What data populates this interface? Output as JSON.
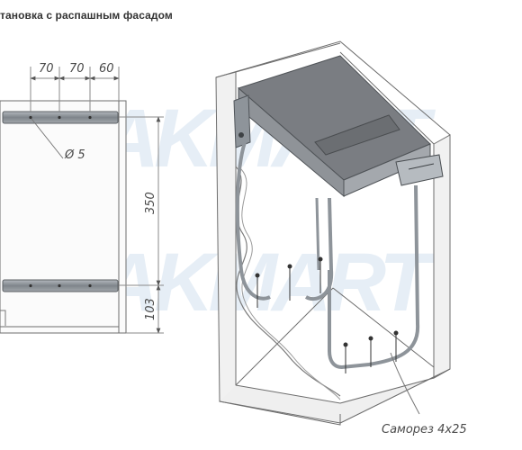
{
  "header": {
    "title": "тановка с распашным фасадом"
  },
  "front_view": {
    "dimensions": {
      "spacing_1": "70",
      "spacing_2": "70",
      "spacing_3": "60",
      "hole_diameter": "Ø 5",
      "rail_distance": "350",
      "bottom_offset": "103"
    }
  },
  "iso_view": {
    "screw_label": "Саморез 4x25"
  },
  "watermark": {
    "text": "MAKMART"
  },
  "colors": {
    "line": "#6e6e6e",
    "rail": "#8e949a",
    "cabinet_fill": "#f7f7f7",
    "drawer_top": "#7a7d82"
  }
}
